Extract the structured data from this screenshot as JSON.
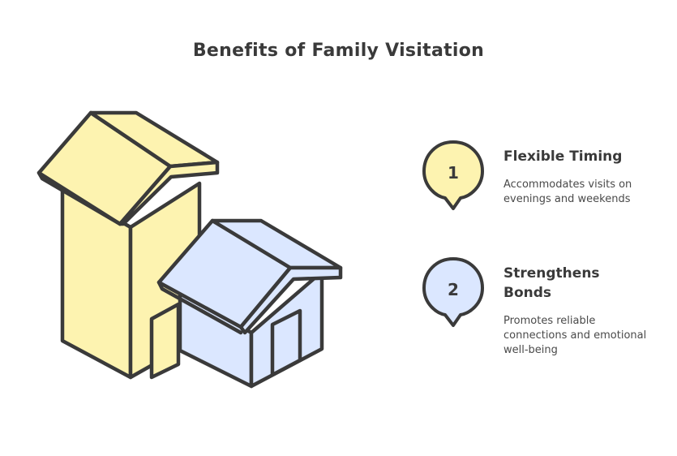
{
  "title": "Benefits of Family Visitation",
  "colors": {
    "yellow_fill": "#fdf3b0",
    "blue_fill": "#dbe7ff",
    "outline": "#3a3a3a"
  },
  "items": [
    {
      "number": "1",
      "heading": "Flexible Timing",
      "description": "Accommodates visits on evenings and weekends",
      "marker_color": "#fdf3b0"
    },
    {
      "number": "2",
      "heading": "Strengthens Bonds",
      "description": "Promotes reliable connections and emotional well-being",
      "marker_color": "#dbe7ff"
    }
  ]
}
